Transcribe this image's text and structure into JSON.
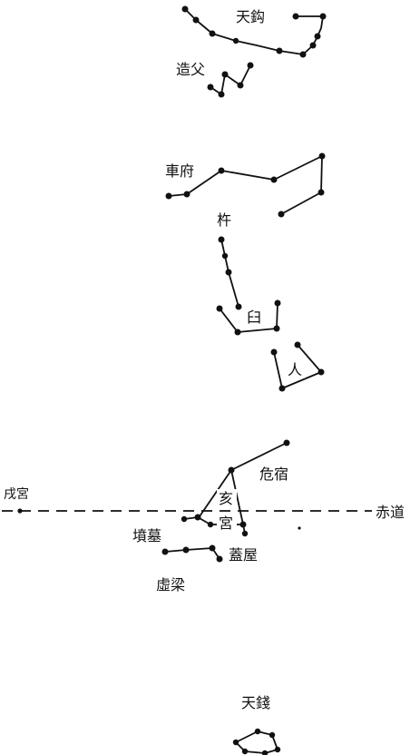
{
  "labels": {
    "tiangou": "天鈎",
    "zaofu": "造父",
    "chefu": "車府",
    "chu": "杵",
    "jiu": "臼",
    "ren": "人",
    "weisu": "危宿",
    "haigong_1": "亥",
    "haigong_2": "宮",
    "xugong": "戌宮",
    "chidao": "赤道",
    "fenmu": "墳墓",
    "gaiwu": "蓋屋",
    "huliang": "虛梁",
    "tianqian": "天錢"
  }
}
